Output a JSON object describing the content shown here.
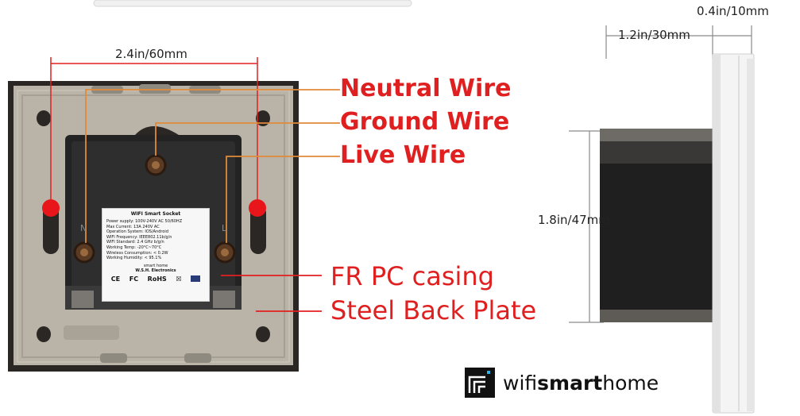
{
  "dimensions": {
    "plate_width": "2.4in/60mm",
    "body_depth": "1.2in/30mm",
    "plate_thickness": "0.4in/10mm",
    "body_height": "1.8in/47mm"
  },
  "callouts": {
    "neutral": "Neutral Wire",
    "ground": "Ground Wire",
    "live": "Live Wire",
    "casing": "FR PC casing",
    "plate": "Steel Back Plate"
  },
  "colors": {
    "callout": "#e02020",
    "marker": "#e8161b",
    "plate": "#b9b3a7",
    "casing": "#232323"
  },
  "terminal_labels": {
    "neutral": "N",
    "live": "L"
  },
  "product_label": {
    "title": "WIFI Smart Socket",
    "specs": [
      "Power supply: 100V-240V AC 50/60HZ",
      "Max Current: 13A  240V AC",
      "Operation System: IOS/Android",
      "WIFI Frequency: IEEE802.11b/g/n",
      "WIFI Standard: 2.4 GHz b/g/n",
      "Working Temp: -20°C~70°C",
      "Wireless Consumption: < 0.2W",
      "Working Humidity: < 95.1%"
    ],
    "brand_logo": "smart home",
    "maker": "W.S.H. Electronics",
    "marks": [
      "CE",
      "FC",
      "RoHS"
    ]
  },
  "brand": {
    "prefix": "wifi",
    "bold": "smart",
    "suffix": "home",
    "logo_icon": "wifi-square-icon"
  }
}
